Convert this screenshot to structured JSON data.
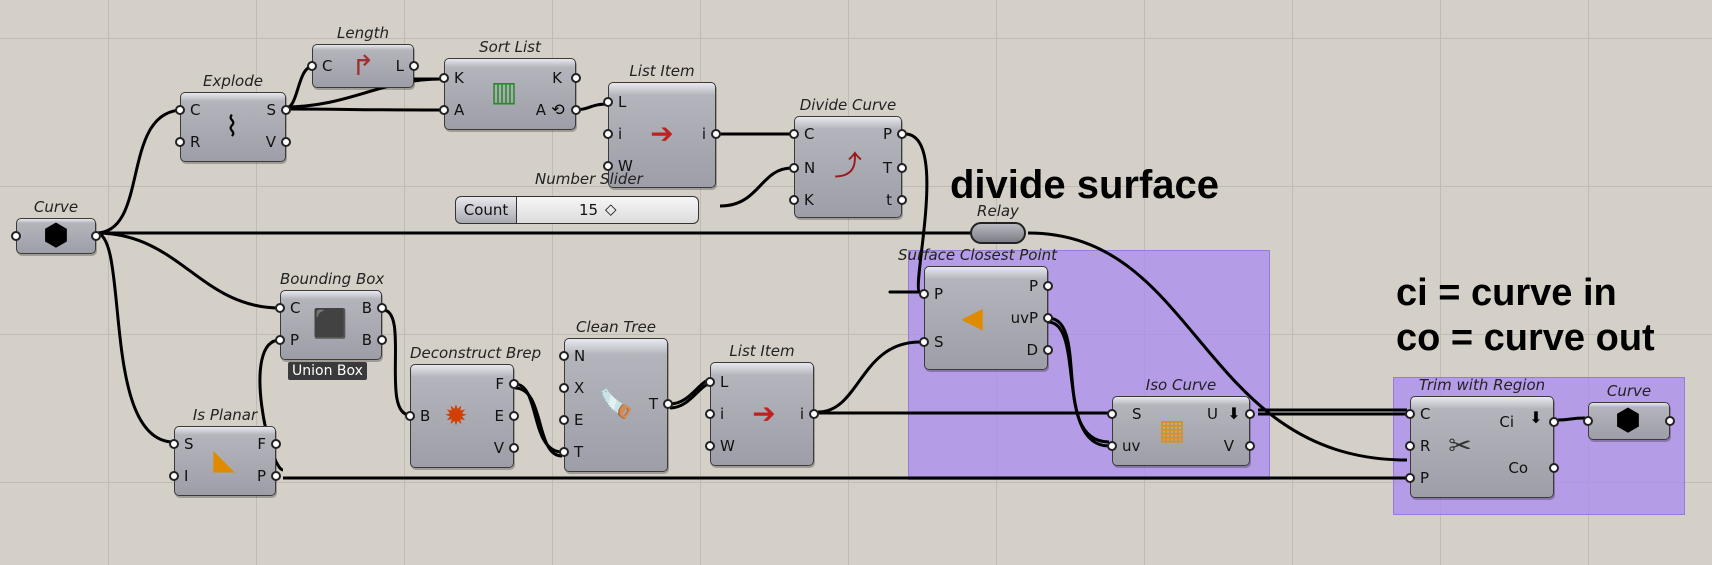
{
  "annotations": {
    "divide_surface": "divide surface",
    "ci_line": "ci = curve in",
    "co_line": "co = curve out"
  },
  "colors": {
    "group": "#b09cf0",
    "canvas": "#d4d0c8",
    "wire": "#000000"
  },
  "nodes": {
    "curve_in": {
      "title": "Curve",
      "icon": "curve-param-icon"
    },
    "explode": {
      "title": "Explode",
      "in": [
        "C",
        "R"
      ],
      "out": [
        "S",
        "V"
      ],
      "icon": "explode-icon"
    },
    "length": {
      "title": "Length",
      "in": [
        "C"
      ],
      "out": [
        "L"
      ],
      "icon": "length-icon"
    },
    "sort_list": {
      "title": "Sort List",
      "in": [
        "K",
        "A"
      ],
      "out": [
        "K",
        "A"
      ],
      "icon": "sort-icon"
    },
    "list_item_1": {
      "title": "List Item",
      "in": [
        "L",
        "i",
        "W"
      ],
      "out": [
        "i"
      ],
      "icon": "list-item-icon"
    },
    "divide_curve": {
      "title": "Divide Curve",
      "in": [
        "C",
        "N",
        "K"
      ],
      "out": [
        "P",
        "T",
        "t"
      ],
      "icon": "divide-curve-icon"
    },
    "number_slider": {
      "title": "Number Slider",
      "label": "Count",
      "value": "15"
    },
    "relay": {
      "title": "Relay"
    },
    "bounding_box": {
      "title": "Bounding Box",
      "in": [
        "C",
        "P"
      ],
      "out": [
        "B",
        "B"
      ],
      "icon": "bounding-box-icon",
      "sub": "Union Box"
    },
    "is_planar": {
      "title": "Is Planar",
      "in": [
        "S",
        "I"
      ],
      "out": [
        "F",
        "P"
      ],
      "icon": "is-planar-icon"
    },
    "deconstruct_brep": {
      "title": "Deconstruct Brep",
      "in": [
        "B"
      ],
      "out": [
        "F",
        "E",
        "V"
      ],
      "icon": "deconstruct-brep-icon"
    },
    "clean_tree": {
      "title": "Clean Tree",
      "in": [
        "N",
        "X",
        "E",
        "T"
      ],
      "out": [
        "T"
      ],
      "icon": "clean-tree-icon"
    },
    "list_item_2": {
      "title": "List Item",
      "in": [
        "L",
        "i",
        "W"
      ],
      "out": [
        "i"
      ],
      "icon": "list-item-icon"
    },
    "surface_closest_point": {
      "title": "Surface Closest Point",
      "in": [
        "P",
        "S"
      ],
      "out": [
        "P",
        "uvP",
        "D"
      ],
      "icon": "closest-point-icon"
    },
    "iso_curve": {
      "title": "Iso Curve",
      "in": [
        "S",
        "uv"
      ],
      "out": [
        "U",
        "V"
      ],
      "icon": "iso-curve-icon"
    },
    "trim_with_region": {
      "title": "Trim with Region",
      "in": [
        "C",
        "R",
        "P"
      ],
      "out": [
        "Ci",
        "Co"
      ],
      "icon": "trim-region-icon"
    },
    "curve_out": {
      "title": "Curve",
      "icon": "curve-param-icon"
    }
  }
}
